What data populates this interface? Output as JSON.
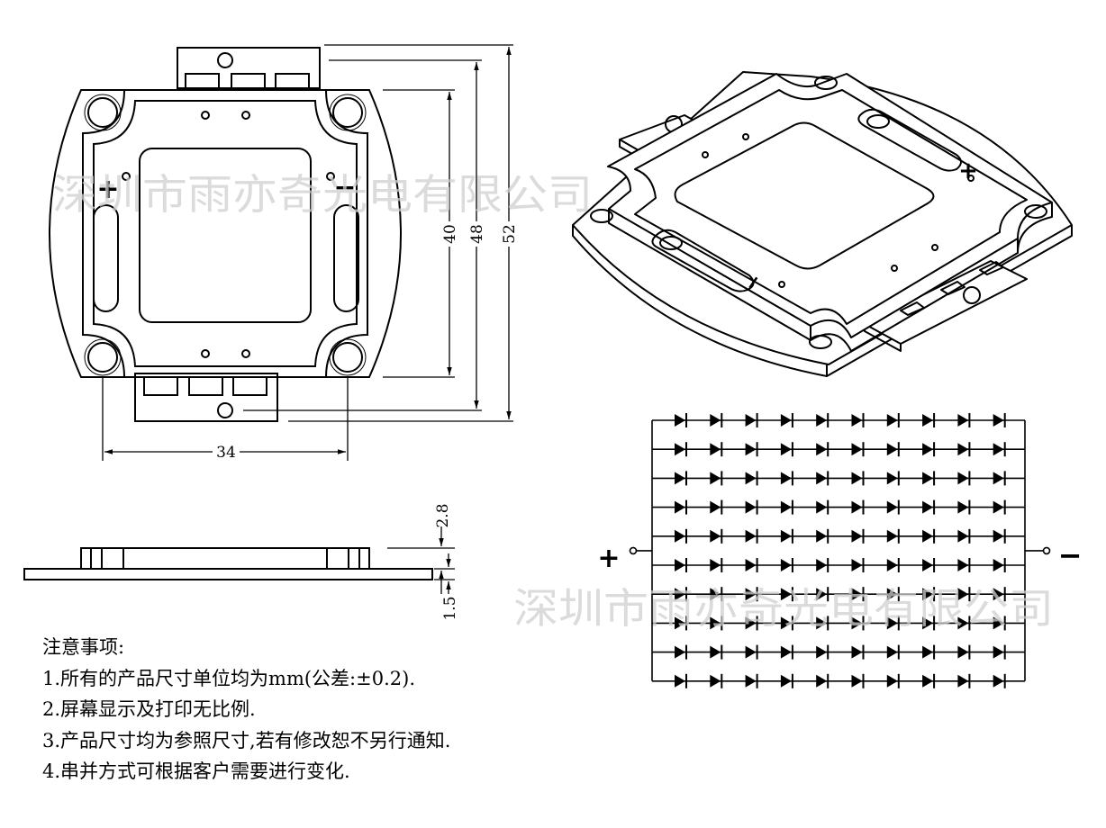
{
  "watermark": "深圳市雨亦奇光电有限公司",
  "top_view": {
    "plus_label": "+",
    "minus_label": "−",
    "dim_inner_height": "40",
    "dim_mid_height": "48",
    "dim_outer_height": "52",
    "dim_hole_spacing": "34"
  },
  "side_view": {
    "dim_top_thickness": "2.8",
    "dim_base_thickness": "1.5"
  },
  "iso_view": {
    "plus_label": "+",
    "minus_label": "−"
  },
  "schematic": {
    "plus_label": "+",
    "minus_label": "−",
    "rows": 10,
    "cols": 10
  },
  "notes": {
    "heading": "注意事项:",
    "items": [
      "1.所有的产品尺寸单位均为mm(公差:±0.2).",
      "2.屏幕显示及打印无比例.",
      "3.产品尺寸均为参照尺寸,若有修改恕不另行通知.",
      "4.串并方式可根据客户需要进行变化."
    ]
  }
}
